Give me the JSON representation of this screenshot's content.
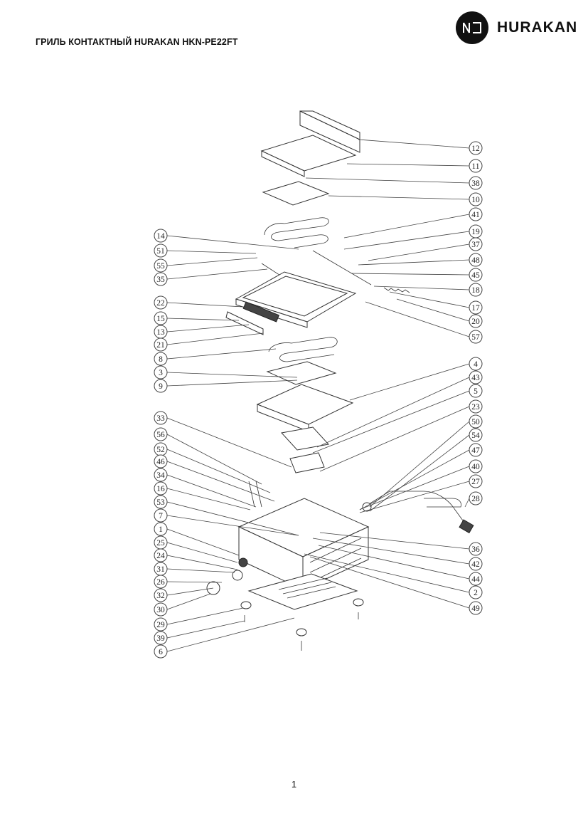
{
  "header": {
    "document_title": "ГРИЛЬ КОНТАКТНЫЙ HURAKAN HKN-PE22FT",
    "brand_name": "HURAKAN",
    "logo_icon": "hurakan-logo-icon"
  },
  "diagram": {
    "callouts_left": [
      "14",
      "51",
      "55",
      "35",
      "22",
      "15",
      "13",
      "21",
      "8",
      "3",
      "9",
      "33",
      "56",
      "52",
      "46",
      "34",
      "16",
      "53",
      "7",
      "1",
      "25",
      "24",
      "31",
      "26",
      "32",
      "30",
      "29",
      "39",
      "6"
    ],
    "callouts_right": [
      "12",
      "11",
      "38",
      "10",
      "41",
      "19",
      "37",
      "48",
      "45",
      "18",
      "17",
      "20",
      "57",
      "4",
      "43",
      "5",
      "23",
      "50",
      "54",
      "47",
      "40",
      "27",
      "28",
      "36",
      "42",
      "44",
      "2",
      "49"
    ]
  },
  "footer": {
    "page_number": "1"
  }
}
